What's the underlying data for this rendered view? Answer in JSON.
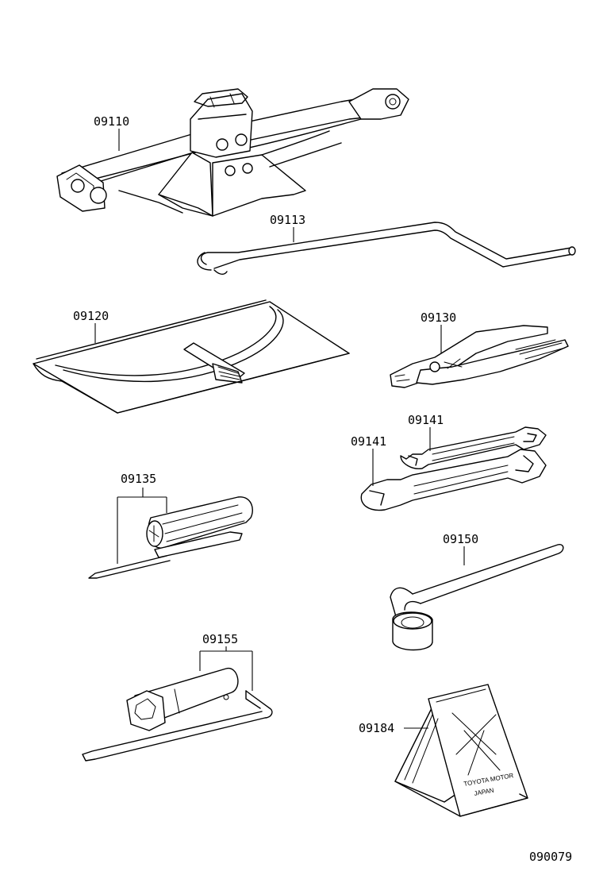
{
  "diagram_ref": "090079",
  "parts": [
    {
      "id": "jack",
      "icon": "scissor-jack-icon",
      "label": "09110"
    },
    {
      "id": "jack-handle",
      "icon": "jack-handle-rod-icon",
      "label": "09113"
    },
    {
      "id": "tool-bag",
      "icon": "tool-bag-icon",
      "label": "09120"
    },
    {
      "id": "pliers",
      "icon": "pliers-icon",
      "label": "09130"
    },
    {
      "id": "screwdriver",
      "icon": "screwdriver-icon",
      "label": "09135"
    },
    {
      "id": "wrench-upper",
      "icon": "open-end-wrench-icon",
      "label": "09141"
    },
    {
      "id": "wrench-lower",
      "icon": "open-end-wrench-icon",
      "label": "09141"
    },
    {
      "id": "lug-wrench",
      "icon": "lug-wrench-icon",
      "label": "09150"
    },
    {
      "id": "plug-wrench",
      "icon": "spark-plug-wrench-icon",
      "label": "09155"
    },
    {
      "id": "warning-triangle",
      "icon": "wheel-chock-icon",
      "label": "09184",
      "stamp": [
        "TOYOTA MOTOR",
        "JAPAN"
      ]
    }
  ]
}
